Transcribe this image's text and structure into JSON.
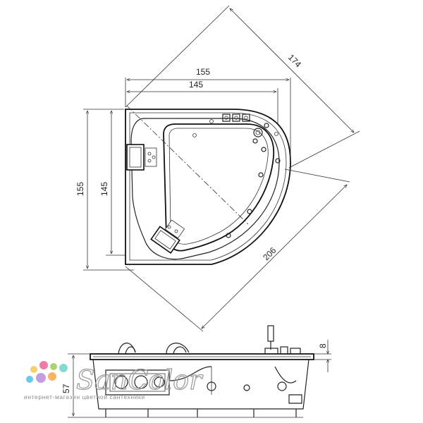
{
  "dimensions": {
    "top_outer": "155",
    "top_inner": "145",
    "left_outer": "155",
    "left_inner": "145",
    "diagonal_length": "174",
    "depth_diagonal": "206",
    "side_height": "57",
    "rim_height": "8"
  },
  "logo": {
    "brand": "SanColor",
    "tagline": "интернет-магазин цветной сантехники",
    "dot_colors": [
      "#f4c23b",
      "#e94f8a",
      "#8cc63f",
      "#3fb5e9",
      "#b07cd6",
      "#f59c2f",
      "#5ad0c0"
    ]
  }
}
